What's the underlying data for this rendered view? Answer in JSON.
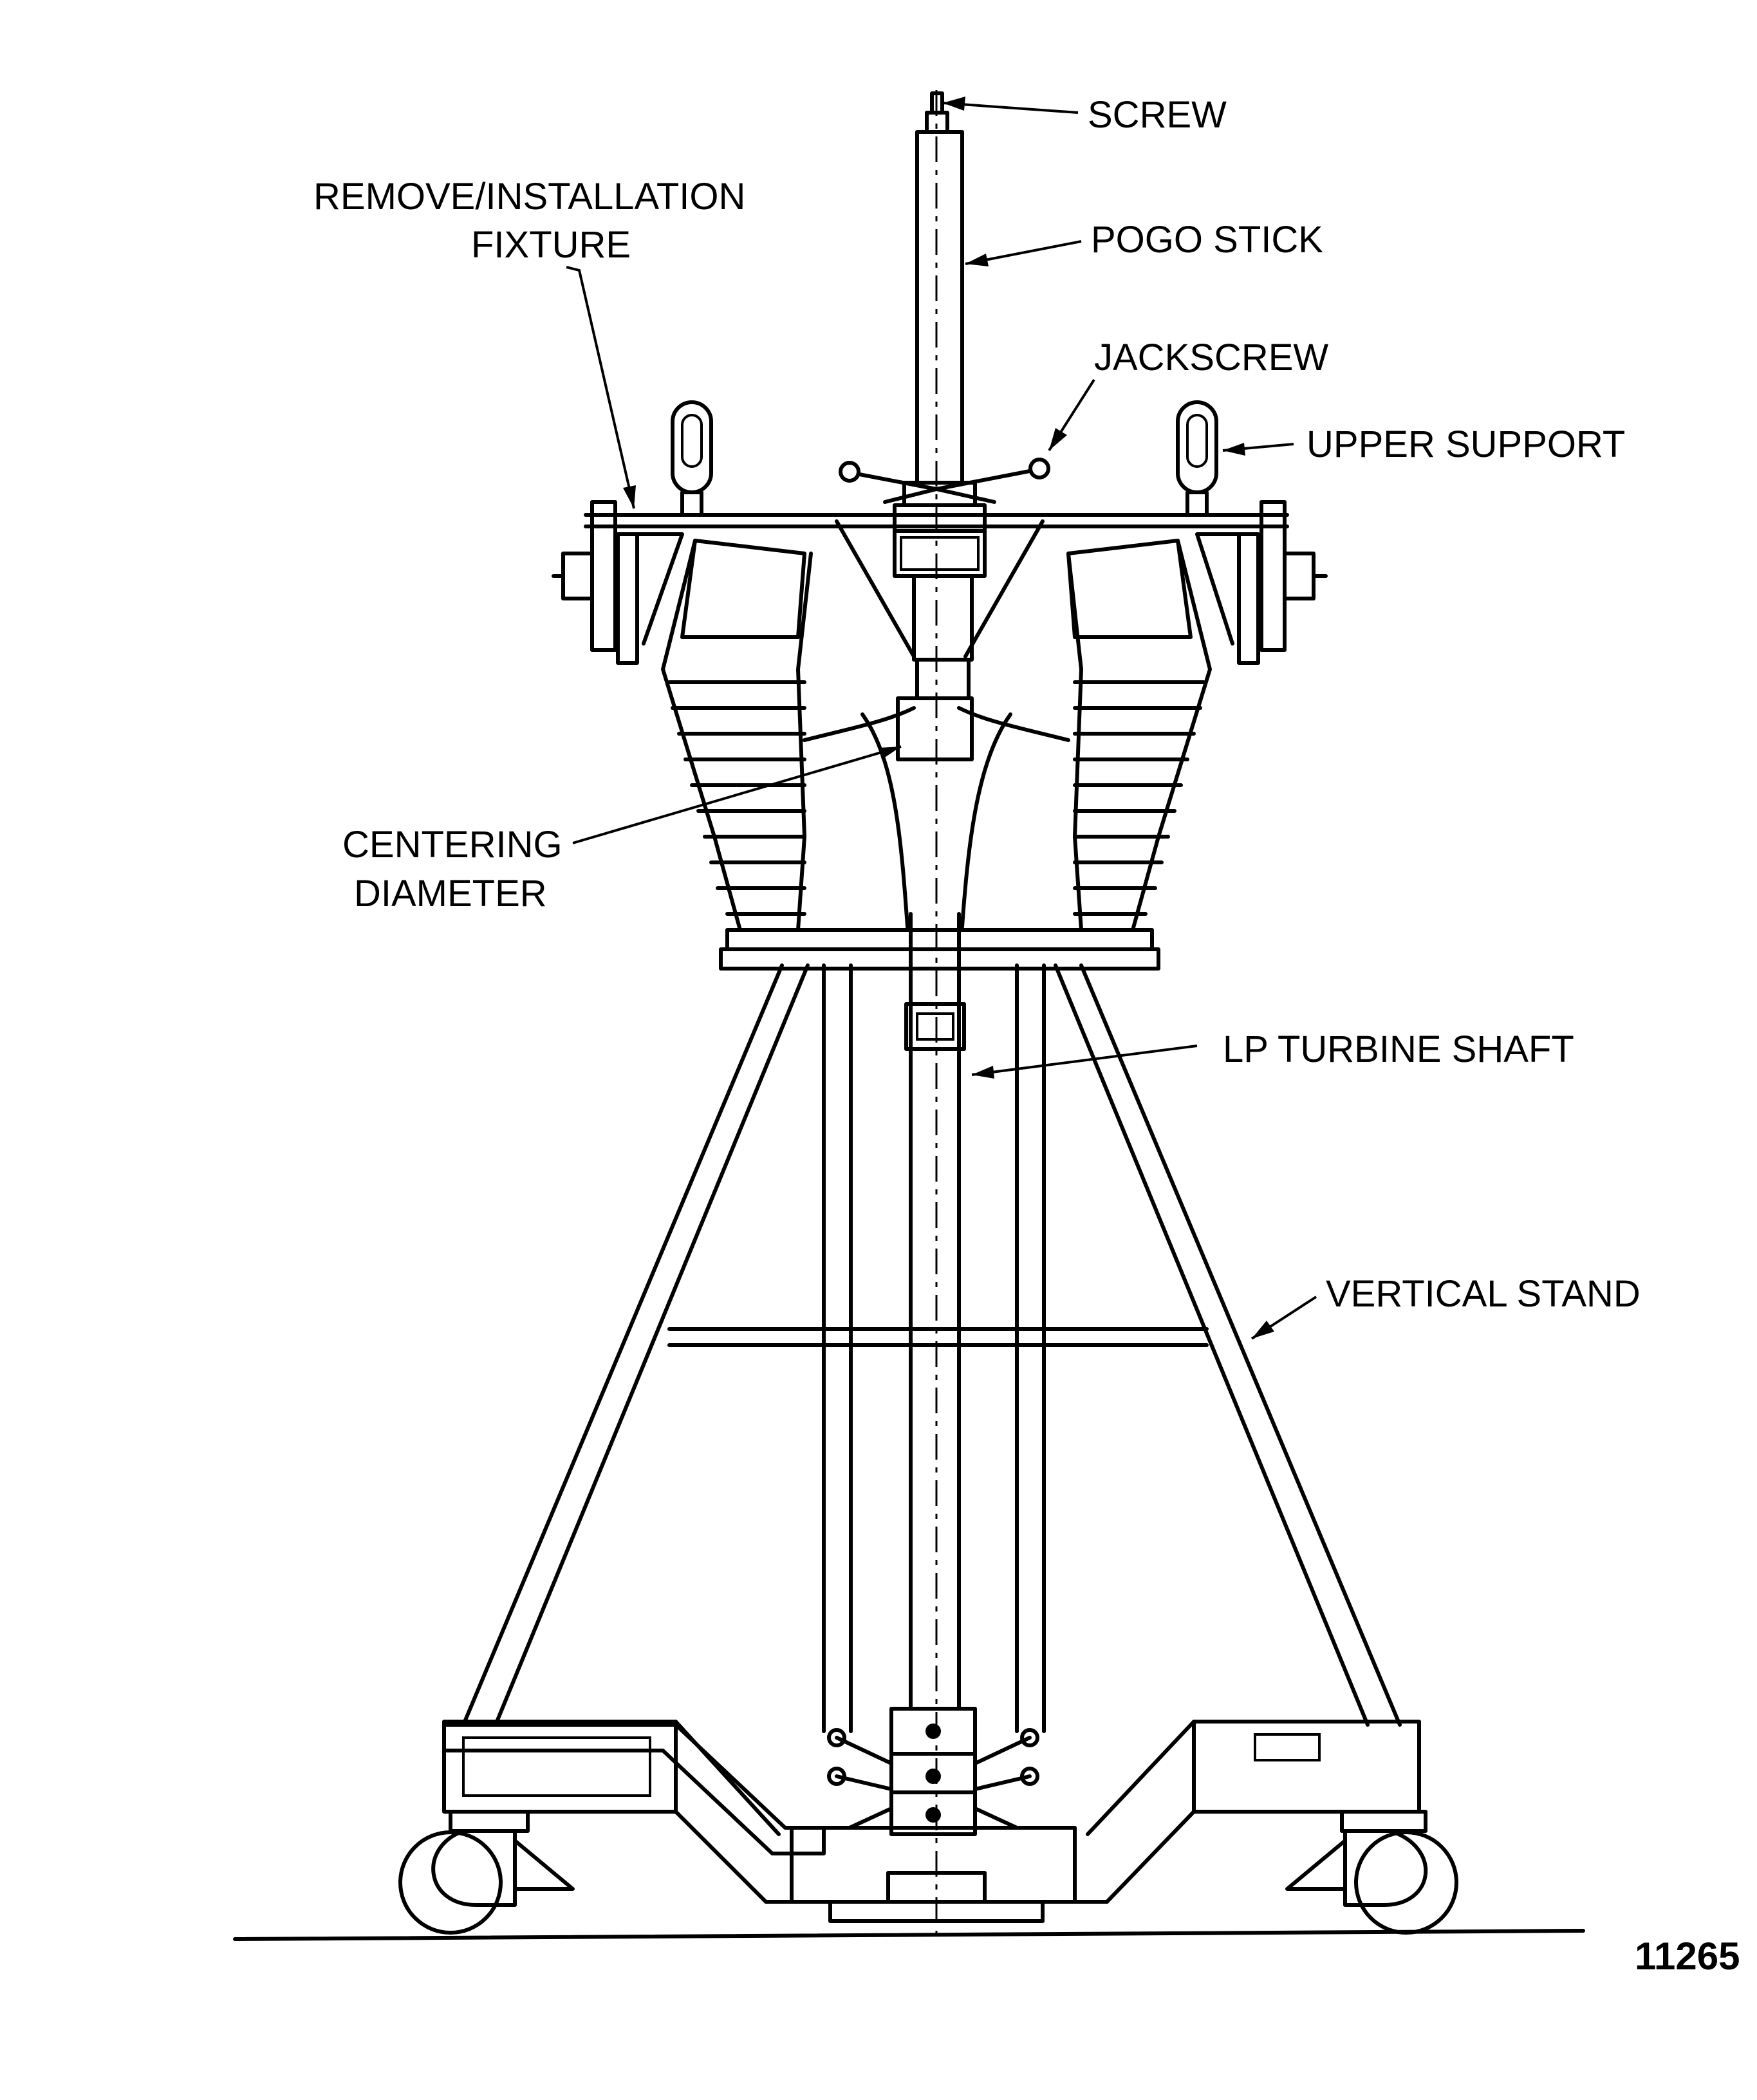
{
  "figure": {
    "figure_number": "11265",
    "labels": {
      "screw": "SCREW",
      "remove_installation_fixture_line1": "REMOVE/INSTALLATION",
      "remove_installation_fixture_line2": "FIXTURE",
      "pogo_stick": "POGO STICK",
      "jackscrew": "JACKSCREW",
      "upper_support": "UPPER SUPPORT",
      "centering_diameter_line1": "CENTERING",
      "centering_diameter_line2": "DIAMETER",
      "lp_turbine_shaft": "LP TURBINE SHAFT",
      "vertical_stand": "VERTICAL STAND"
    }
  }
}
